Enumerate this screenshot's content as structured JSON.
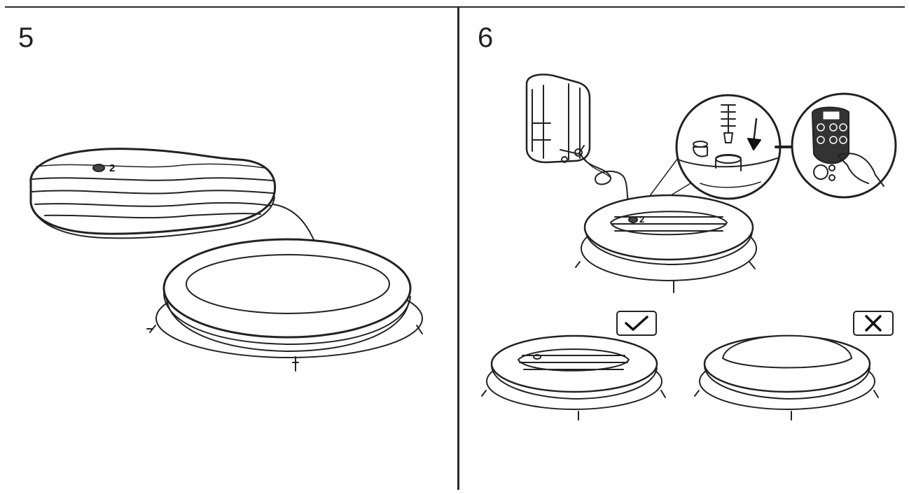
{
  "steps": [
    {
      "number": "5",
      "callout": "2"
    },
    {
      "number": "6",
      "callout": "2"
    }
  ]
}
